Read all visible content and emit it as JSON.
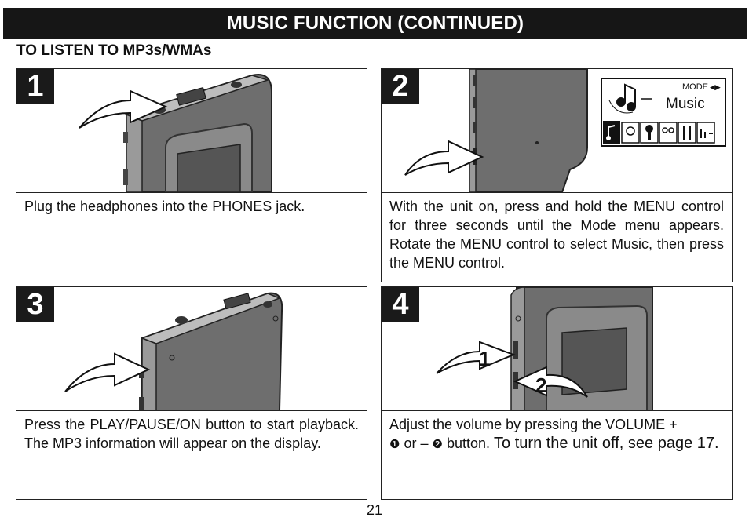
{
  "header": {
    "title": "MUSIC FUNCTION (CONTINUED)"
  },
  "subheading": "TO LISTEN TO MP3s/WMAs",
  "steps": [
    {
      "number": "1",
      "text": "Plug the headphones into the PHONES jack."
    },
    {
      "number": "2",
      "text": "With the unit on, press and hold the MENU control for three seconds until the Mode menu appears. Rotate the MENU control to select Music, then press the MENU control."
    },
    {
      "number": "3",
      "text": "Press the PLAY/PAUSE/ON button to start playback. The MP3 information will appear on the display."
    },
    {
      "number": "4",
      "text_a": "Adjust the volume by pressing the VOLUME +",
      "marker_1": "❶",
      "text_b": "or –",
      "marker_2": "❷",
      "text_c": "button.",
      "text_d": "To turn the unit off, see page 17."
    }
  ],
  "display": {
    "mode_label": "MODE",
    "mode_arrows": "◀▶",
    "menu_title": "Music"
  },
  "callouts": {
    "one": "1",
    "two": "2"
  },
  "page_number": "21",
  "colors": {
    "header_bg": "#161616",
    "device_body": "#6e6e6e",
    "device_edge": "#a8a8a8"
  }
}
